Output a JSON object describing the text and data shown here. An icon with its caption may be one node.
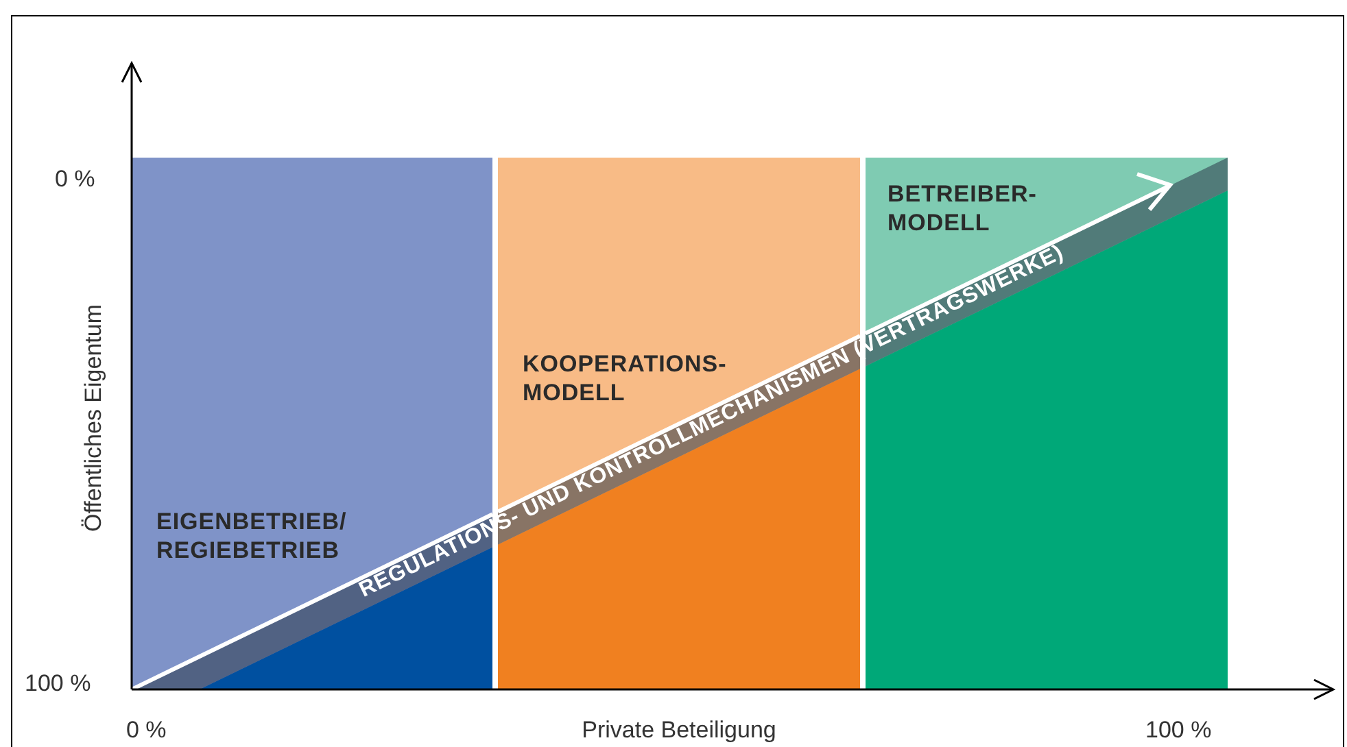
{
  "diagram": {
    "nodes": [
      {
        "text": [
          "EIGENBETRIEB/ REGIEBETRIEB"
        ]
      },
      {
        "text": [
          "KOOPERATIONS- MODELL"
        ]
      },
      {
        "text": [
          "BETREIBER- MODELL"
        ]
      }
    ],
    "labels": [
      "0 %",
      "Öffentliches Eigentum",
      "100 %",
      "REGULATIONS- UND KONTROLLMECHANISMEN (VERTRAGSWERKE)",
      "0 %",
      "Private Beteiligung",
      "100 %"
    ]
  }
}
